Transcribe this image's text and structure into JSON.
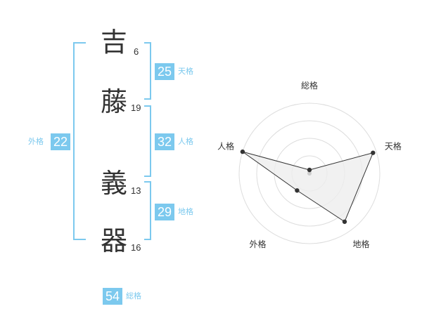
{
  "name": {
    "chars": [
      {
        "char": "吉",
        "strokes": "6"
      },
      {
        "char": "藤",
        "strokes": "19"
      },
      {
        "char": "義",
        "strokes": "13"
      },
      {
        "char": "器",
        "strokes": "16"
      }
    ]
  },
  "fortunes": {
    "tenkaku": {
      "value": "25",
      "label": "天格"
    },
    "jinkaku": {
      "value": "32",
      "label": "人格"
    },
    "chikaku": {
      "value": "29",
      "label": "地格"
    },
    "gaikaku": {
      "value": "22",
      "label": "外格"
    },
    "soukaku": {
      "value": "54",
      "label": "総格"
    }
  },
  "chart_data": {
    "type": "radar",
    "axes": [
      "総格",
      "天格",
      "地格",
      "外格",
      "人格"
    ],
    "values": [
      0.05,
      0.95,
      0.85,
      0.3,
      1.0
    ],
    "range": [
      0,
      1
    ],
    "rings": 4,
    "colors": {
      "fill": "#eeeeee",
      "line": "#333333",
      "point": "#333333",
      "grid": "#dddddd",
      "accent": "#7cc9ee"
    }
  }
}
